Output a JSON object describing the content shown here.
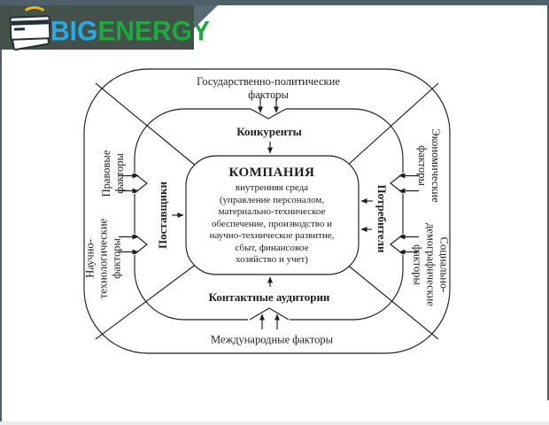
{
  "logo": {
    "brand_first": "BIG",
    "brand_second": "ENERGY",
    "brand_first_color": "#2BA9E1",
    "brand_second_color": "#1FA83E",
    "banner_color": "#43514A",
    "icon": "card-stack-icon"
  },
  "diagram": {
    "center": {
      "title": "КОМПАНИЯ",
      "subtitle": "внутренняя среда",
      "body_lines": [
        "(управление персоналом,",
        "материально-техническое",
        "обеспечение, производство и",
        "научно-техническое развитие,",
        "сбыт, финансовое",
        "хозяйство и учет)"
      ]
    },
    "microenvironment": {
      "top": "Конкуренты",
      "left": "Поставщики",
      "right": "Потребители",
      "bottom": "Контактные аудитории"
    },
    "macroenvironment": {
      "top": {
        "lines": [
          "Государственно-политические",
          "факторы"
        ]
      },
      "left_upper": {
        "lines": [
          "Правовые",
          "факторы"
        ]
      },
      "left_lower": {
        "lines": [
          "Научно-",
          "технологические",
          "факторы"
        ]
      },
      "right_upper": {
        "lines": [
          "Экономические",
          "факторы"
        ]
      },
      "right_lower": {
        "lines": [
          "Социально-",
          "демографические",
          "факторы"
        ]
      },
      "bottom": "Международные факторы"
    },
    "line_color": "#1f1f1f"
  }
}
